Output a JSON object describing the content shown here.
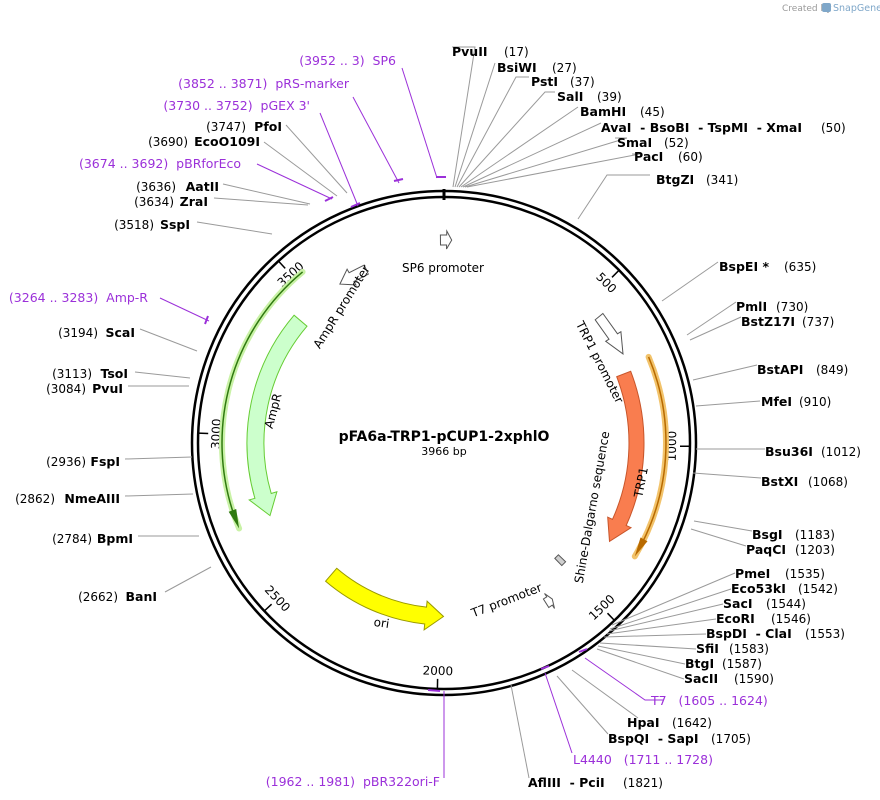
{
  "credit": "Created by",
  "brand": "SnapGene",
  "plasmid": {
    "name": "pFA6a-TRP1-pCUP1-2xphlO",
    "length": "3966 bp"
  },
  "ticks": [
    "500",
    "1000",
    "1500",
    "2000",
    "2500",
    "3000",
    "3500"
  ],
  "enzymes": [
    {
      "name": "PvuII",
      "pos": "(17)"
    },
    {
      "name": "BsiWI",
      "pos": "(27)"
    },
    {
      "name": "PstI",
      "pos": "(37)"
    },
    {
      "name": "SalI",
      "pos": "(39)"
    },
    {
      "name": "BamHI",
      "pos": "(45)"
    },
    {
      "name": "AvaI  - BsoBI  - TspMI  - XmaI",
      "pos": "(50)"
    },
    {
      "name": "SmaI",
      "pos": "(52)"
    },
    {
      "name": "PacI",
      "pos": "(60)"
    },
    {
      "name": "BtgZI",
      "pos": "(341)"
    },
    {
      "name": "BspEI *",
      "pos": "(635)"
    },
    {
      "name": "PmlI",
      "pos": "(730)"
    },
    {
      "name": "BstZ17I",
      "pos": "(737)"
    },
    {
      "name": "BstAPI",
      "pos": "(849)"
    },
    {
      "name": "MfeI",
      "pos": "(910)"
    },
    {
      "name": "Bsu36I",
      "pos": "(1012)"
    },
    {
      "name": "BstXI",
      "pos": "(1068)"
    },
    {
      "name": "BsgI",
      "pos": "(1183)"
    },
    {
      "name": "PaqCI",
      "pos": "(1203)"
    },
    {
      "name": "PmeI",
      "pos": "(1535)"
    },
    {
      "name": "Eco53kI",
      "pos": "(1542)"
    },
    {
      "name": "SacI",
      "pos": "(1544)"
    },
    {
      "name": "EcoRI",
      "pos": "(1546)"
    },
    {
      "name": "BspDI  - ClaI",
      "pos": "(1553)"
    },
    {
      "name": "SfiI",
      "pos": "(1583)"
    },
    {
      "name": "BtgI",
      "pos": "(1587)"
    },
    {
      "name": "SacII",
      "pos": "(1590)"
    },
    {
      "name": "HpaI",
      "pos": "(1642)"
    },
    {
      "name": "BspQI  - SapI",
      "pos": "(1705)"
    },
    {
      "name": "AflIII  - PciI",
      "pos": "(1821)"
    },
    {
      "name": "BanI",
      "pos": "(2662)"
    },
    {
      "name": "BpmI",
      "pos": "(2784)"
    },
    {
      "name": "NmeAIII",
      "pos": "(2862)"
    },
    {
      "name": "FspI",
      "pos": "(2936)"
    },
    {
      "name": "PvuI",
      "pos": "(3084)"
    },
    {
      "name": "TsoI",
      "pos": "(3113)"
    },
    {
      "name": "ScaI",
      "pos": "(3194)"
    },
    {
      "name": "SspI",
      "pos": "(3518)"
    },
    {
      "name": "ZraI",
      "pos": "(3634)"
    },
    {
      "name": "AatII",
      "pos": "(3636)"
    },
    {
      "name": "EcoO109I",
      "pos": "(3690)"
    },
    {
      "name": "PfoI",
      "pos": "(3747)"
    }
  ],
  "primers": [
    {
      "label": "(3952 .. 3)  SP6"
    },
    {
      "label": "(3852 .. 3871)  pRS-marker"
    },
    {
      "label": "(3730 .. 3752)  pGEX 3'"
    },
    {
      "label": "(3674 .. 3692)  pBRforEco"
    },
    {
      "label": "(3264 .. 3283)  Amp-R"
    },
    {
      "label": "T7   (1605 .. 1624)"
    },
    {
      "label": "L4440   (1711 .. 1728)"
    },
    {
      "label": "(1962 .. 1981)  pBR322ori-F"
    }
  ],
  "features": {
    "sp6_promoter": "SP6 promoter",
    "trp1_promoter": "TRP1 promoter",
    "trp1": "TRP1",
    "shine_dalgarno": "Shine-Dalgarno sequence",
    "t7_promoter": "T7 promoter",
    "ori": "ori",
    "ampr": "AmpR",
    "ampr_promoter": "AmpR promoter"
  },
  "colors": {
    "primer": "#9b30d9",
    "trp1": "#f97d4f",
    "ori": "#ffff00",
    "ampr": "#ccffcc",
    "ampr_outline": "#66cc33"
  }
}
